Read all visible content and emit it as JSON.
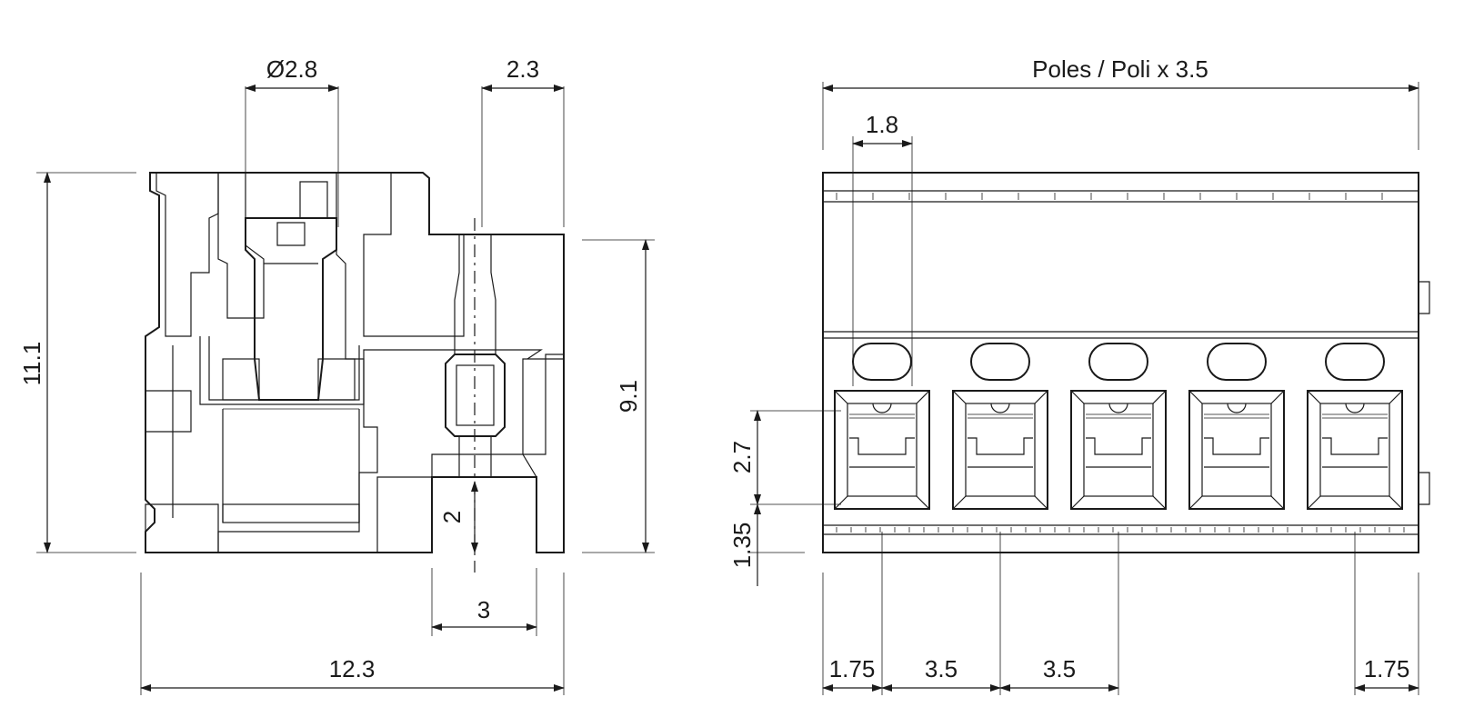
{
  "colors": {
    "line": "#1a1a1a",
    "background": "#ffffff"
  },
  "side_view": {
    "diameter_label": "Ø2.8",
    "top_offset_label": "2.3",
    "height_label": "11.1",
    "inner_height_label": "9.1",
    "pin_length_label": "2",
    "pin_spacing_label": "3",
    "width_label": "12.3"
  },
  "front_view": {
    "total_width_label": "Poles / Poli x 3.5",
    "opening_width_label": "1.8",
    "opening_height_label": "2.7",
    "base_height_label": "1.35",
    "pitch_left_edge_label": "1.75",
    "pitch_label_1": "3.5",
    "pitch_label_2": "3.5",
    "pitch_right_edge_label": "1.75"
  }
}
